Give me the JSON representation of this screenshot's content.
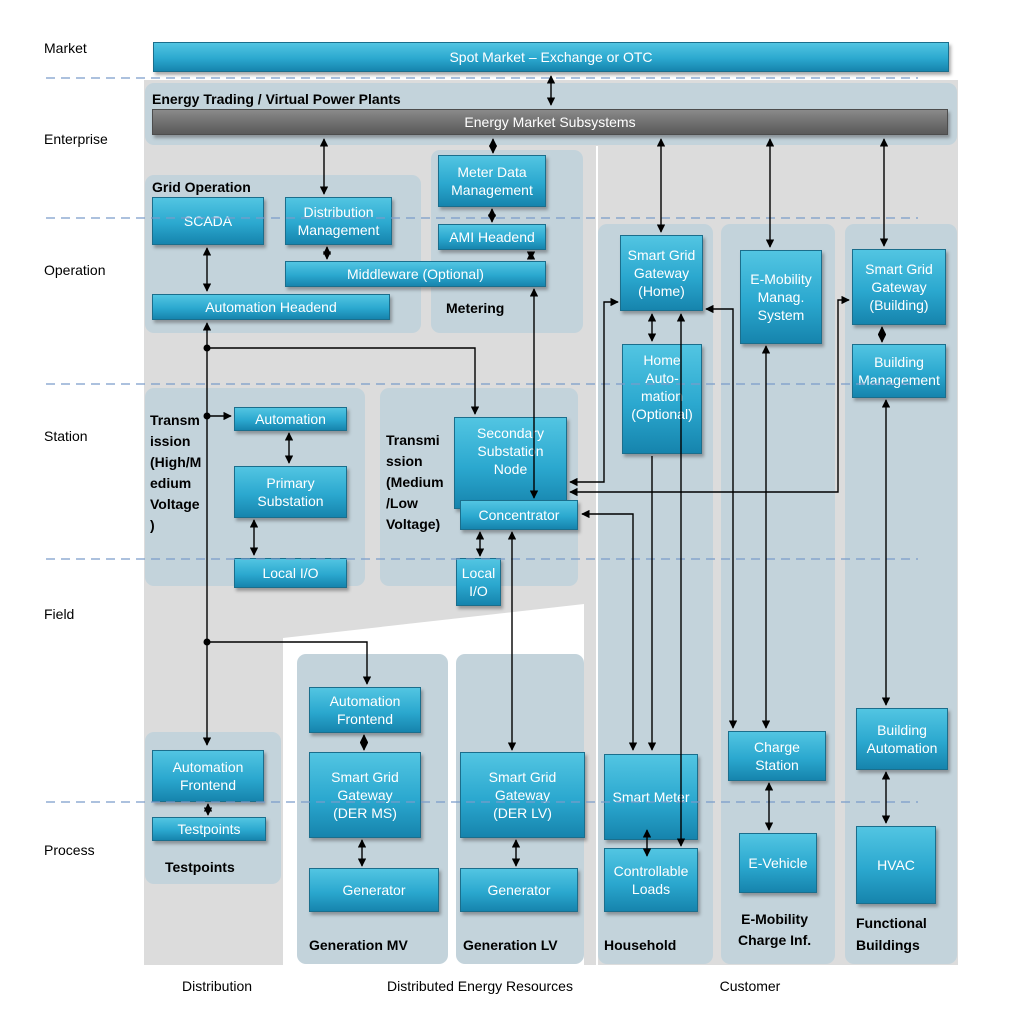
{
  "zones": [
    "Market",
    "Enterprise",
    "Operation",
    "Station",
    "Field",
    "Process"
  ],
  "bottom_labels": [
    "Distribution",
    "Distributed Energy Resources",
    "Customer"
  ],
  "colors": {
    "box": "#2ba8cf",
    "box_dark": "#1684ad",
    "subsystems_bar": "#6c6c6c",
    "panel": "#c3d3db",
    "region": "#dcdcdc",
    "dashed_line": "#7a9cc9",
    "connector": "#000000"
  },
  "panels": {
    "energy_trading": "Energy Trading / Virtual Power Plants",
    "grid_operation": "Grid Operation",
    "metering": "Metering",
    "transmission_high": "Transm\nission\n(High/M\nedium\nVoltage\n)",
    "transmission_low": "Transmi\nssion\n(Medium\n/Low\nVoltage)",
    "testpoints": "Testpoints",
    "generation_mv": "Generation MV",
    "generation_lv": "Generation LV",
    "household": "Household",
    "emobility": "E-Mobility\nCharge Inf.",
    "functional_buildings": "Functional\nBuildings"
  },
  "boxes": {
    "spot_market": "Spot Market – Exchange or OTC",
    "energy_market_subsystems": "Energy Market Subsystems",
    "meter_data_management": "Meter Data\nManagement",
    "scada": "SCADA",
    "distribution_management": "Distribution\nManagement",
    "ami_headend": "AMI Headend",
    "middleware": "Middleware (Optional)",
    "automation_headend": "Automation Headend",
    "smart_grid_gateway_home": "Smart Grid\nGateway\n(Home)",
    "emobility_management": "E-Mobility\nManag.\nSystem",
    "smart_grid_gateway_building": "Smart Grid\nGateway\n(Building)",
    "building_management": "Building\nManagement",
    "home_automation": "Home\nAuto-\nmation\n(Optional)",
    "automation": "Automation",
    "primary_substation": "Primary\nSubstation",
    "local_io_high": "Local I/O",
    "secondary_substation_node": "Secondary\nSubstation\nNode",
    "concentrator": "Concentrator",
    "local_io_low": "Local\nI/O",
    "automation_frontend_mv": "Automation\nFrontend",
    "smart_grid_gateway_der_ms": "Smart Grid\nGateway\n(DER MS)",
    "generator_mv": "Generator",
    "smart_grid_gateway_der_lv": "Smart Grid\nGateway\n(DER  LV)",
    "generator_lv": "Generator",
    "automation_frontend_dist": "Automation\nFrontend",
    "testpoints": "Testpoints",
    "smart_meter": "Smart Meter",
    "controllable_loads": "Controllable\nLoads",
    "charge_station": "Charge\nStation",
    "e_vehicle": "E-Vehicle",
    "building_automation": "Building\nAutomation",
    "hvac": "HVAC"
  }
}
